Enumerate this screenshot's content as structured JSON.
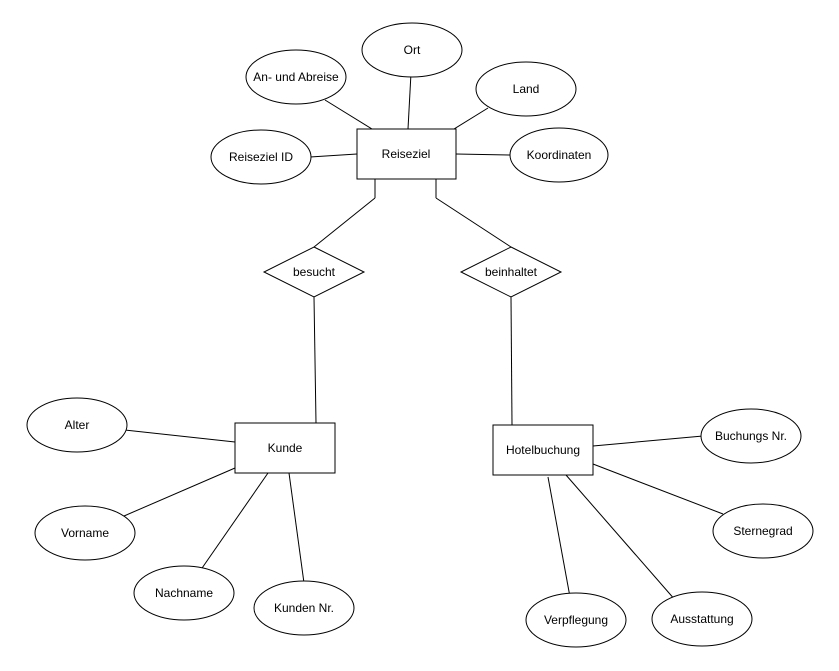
{
  "entities": {
    "reiseziel": "Reiseziel",
    "kunde": "Kunde",
    "hotelbuchung": "Hotelbuchung"
  },
  "relationships": {
    "besucht": "besucht",
    "beinhaltet": "beinhaltet"
  },
  "attributes": {
    "an_und_abreise": "An- und Abreise",
    "ort": "Ort",
    "land": "Land",
    "reiseziel_id": "Reiseziel ID",
    "koordinaten": "Koordinaten",
    "alter": "Alter",
    "vorname": "Vorname",
    "nachname": "Nachname",
    "kunden_nr": "Kunden Nr.",
    "buchungs_nr": "Buchungs Nr.",
    "sternegrad": "Sternegrad",
    "verpflegung": "Verpflegung",
    "ausstattung": "Ausstattung"
  }
}
